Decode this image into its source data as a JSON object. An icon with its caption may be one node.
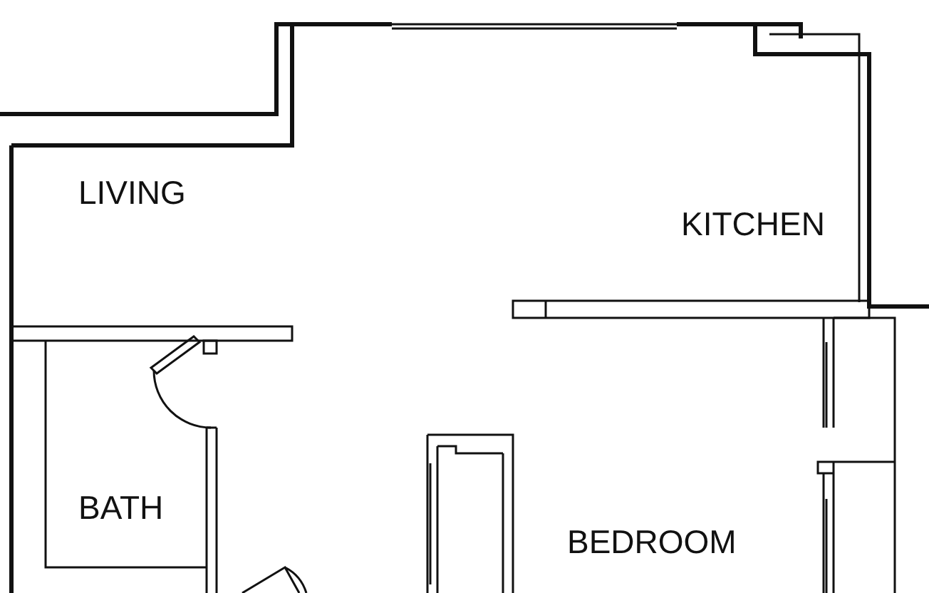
{
  "diagram": {
    "labels": [
      "LIVING",
      "KITCHEN",
      "BATH",
      "BEDROOM"
    ]
  }
}
